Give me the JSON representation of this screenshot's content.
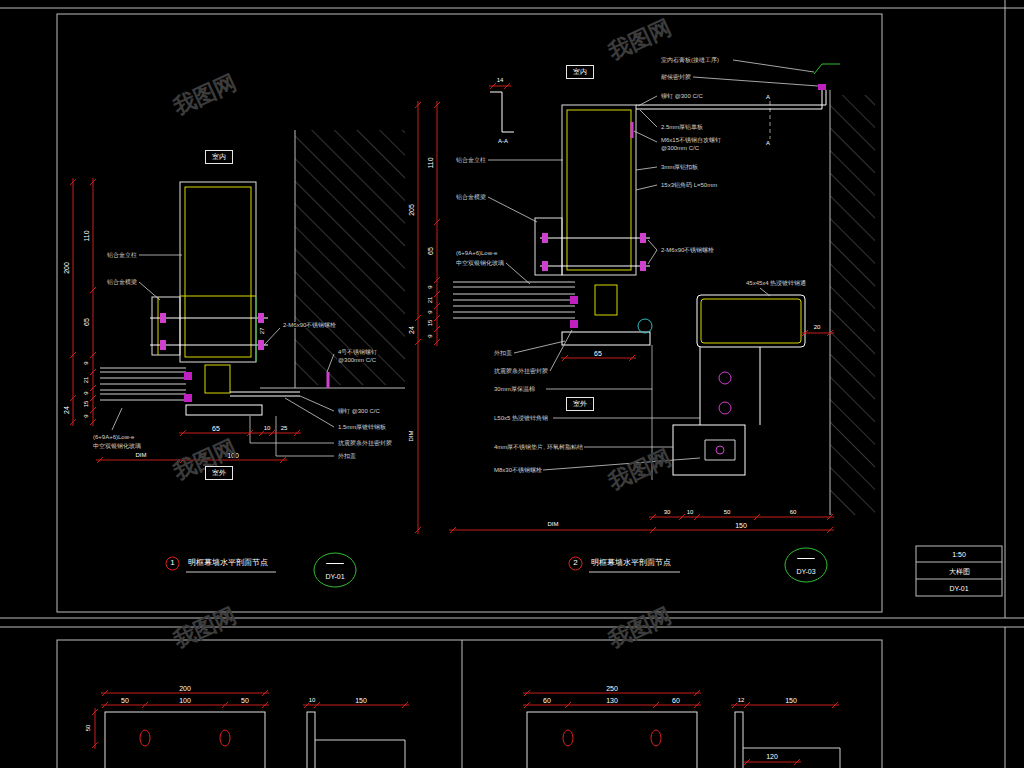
{
  "diagram": {
    "nodes": [
      {
        "text": [
          "室内"
        ]
      },
      {
        "text": [
          "室外"
        ]
      },
      {
        "text": [
          "1"
        ]
      },
      {
        "text": [
          "DY-01"
        ]
      },
      {
        "text": [
          "室内"
        ]
      },
      {
        "text": [
          "室外"
        ]
      },
      {
        "text": [
          "2"
        ]
      },
      {
        "text": [
          "DY-03"
        ]
      }
    ],
    "labels": [
      "110",
      "200",
      "65",
      "9",
      "21",
      "9",
      "24",
      "15",
      "9",
      "27",
      "65",
      "10",
      "25",
      "100",
      "DIM",
      "铝合金立柱",
      "铝合金横梁",
      "(6+9A+6)Low-e",
      "中空双银钢化玻璃",
      "2-M6x90不锈钢螺栓",
      "4号不锈钢螺钉",
      "@300mm C/C",
      "铆钉 @300 C/C",
      "1.5mm厚镀锌钢板",
      "抗震胶条外挂密封胶",
      "外扣盖",
      "明框幕墙水平剖面节点",
      "14",
      "A-A",
      "A",
      "A",
      "110",
      "205",
      "65",
      "9",
      "21",
      "9",
      "24",
      "15",
      "9",
      "DIM",
      "DIM",
      "65",
      "30",
      "10",
      "50",
      "60",
      "150",
      "20",
      "铝合金立柱",
      "铝合金横梁",
      "(6+9A+6)Low-e",
      "中空双银钢化玻璃",
      "外扣盖",
      "抗震胶条外挂密封胶",
      "30mm厚保温棉",
      "L50x5 热浸镀锌角钢",
      "4mm厚不锈钢垫片, 环氧树脂粘结",
      "M8x30不锈钢螺栓",
      "室内石膏板(接缝工序)",
      "耐候密封胶",
      "铆钉 @300 C/C",
      "2.5mm厚铝单板",
      "M6x15不锈钢自攻螺钉",
      "@300mm C/C",
      "3mm厚铝扣板",
      "15x3铝角码 L=50mm",
      "2-M6x90不锈钢螺栓",
      "45x45x4 热浸镀锌钢通",
      "明框幕墙水平剖面节点",
      "1:50",
      "大样图",
      "DY-01",
      "200",
      "50",
      "100",
      "50",
      "50",
      "10",
      "150",
      "250",
      "60",
      "130",
      "60",
      "12",
      "150",
      "120",
      "我图网",
      "我图网",
      "我图网",
      "我图网",
      "我图网",
      "我图网"
    ]
  }
}
